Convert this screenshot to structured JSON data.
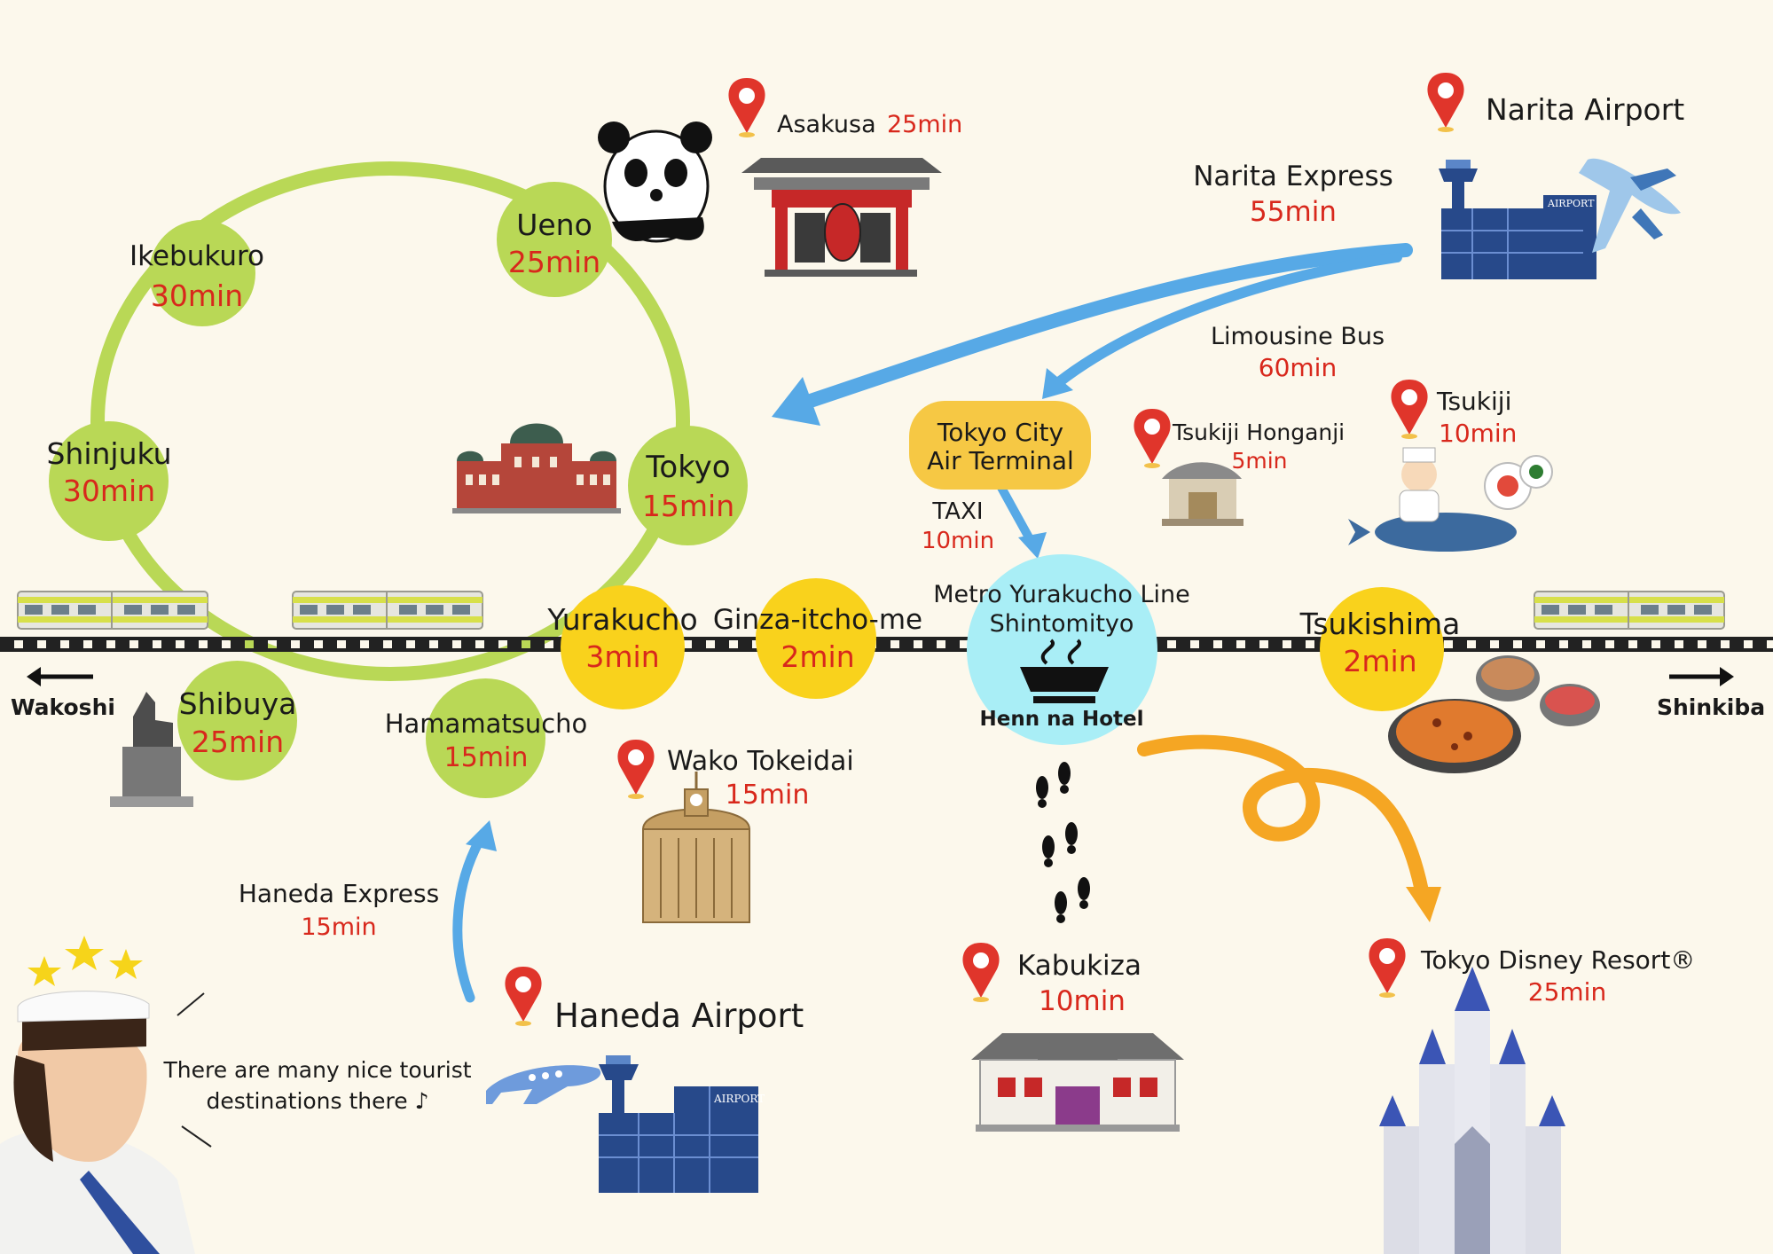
{
  "colors": {
    "background": "#fcf8ec",
    "yamanote_line": "#b9d856",
    "metro_station": "#f9d21c",
    "hotel_station": "#a9eef6",
    "time_text": "#d8281c",
    "arrow_blue": "#57a9e6",
    "arrow_orange": "#f5a623",
    "pin_red": "#e0352b"
  },
  "yamanote": {
    "stations": [
      {
        "name": "Ueno",
        "time": "25min"
      },
      {
        "name": "Ikebukuro",
        "time": "30min"
      },
      {
        "name": "Shinjuku",
        "time": "30min"
      },
      {
        "name": "Tokyo",
        "time": "15min"
      },
      {
        "name": "Shibuya",
        "time": "25min"
      },
      {
        "name": "Hamamatsucho",
        "time": "15min"
      }
    ]
  },
  "metro": {
    "stations": [
      {
        "name": "Yurakucho",
        "time": "3min"
      },
      {
        "name": "Ginza-itcho-me",
        "time": "2min"
      },
      {
        "name": "Tsukishima",
        "time": "2min"
      }
    ],
    "hotel": {
      "line": "Metro Yurakucho Line",
      "station": "Shintomityo",
      "name": "Henn na Hotel"
    },
    "direction_left": "Wakoshi",
    "direction_right": "Shinkiba"
  },
  "airports": {
    "narita": "Narita Airport",
    "narita_express": {
      "name": "Narita Express",
      "time": "55min"
    },
    "limousine_bus": {
      "name": "Limousine Bus",
      "time": "60min"
    },
    "city_air_terminal": "Tokyo City Air Terminal",
    "taxi": {
      "name": "TAXI",
      "time": "10min"
    },
    "haneda": "Haneda Airport",
    "haneda_express": {
      "name": "Haneda Express",
      "time": "15min"
    },
    "haneda_sign": "AIRPORT",
    "narita_sign": "AIRPORT"
  },
  "spots": [
    {
      "name": "Asakusa",
      "time": "25min"
    },
    {
      "name": "Tsukiji Honganji",
      "time": "5min"
    },
    {
      "name": "Tsukiji",
      "time": "10min"
    },
    {
      "name": "Wako Tokeidai",
      "time": "15min"
    },
    {
      "name": "Kabukiza",
      "time": "10min"
    },
    {
      "name": "Tokyo Disney Resort®",
      "time": "25min"
    }
  ],
  "guide": {
    "speech_line1": "There are many nice tourist",
    "speech_line2": "destinations there ♪"
  },
  "icons": [
    "map-pin-icon",
    "panda-icon",
    "kaminarimon-gate-icon",
    "tokyo-station-building-icon",
    "train-icon",
    "hachiko-statue-icon",
    "airplane-icon",
    "control-tower-icon",
    "temple-icon",
    "sushi-chef-icon",
    "monjayaki-icon",
    "wako-clock-tower-icon",
    "footprints-icon",
    "kabukiza-theater-icon",
    "castle-icon",
    "stars-icon",
    "guide-person-icon",
    "bowl-icon"
  ]
}
